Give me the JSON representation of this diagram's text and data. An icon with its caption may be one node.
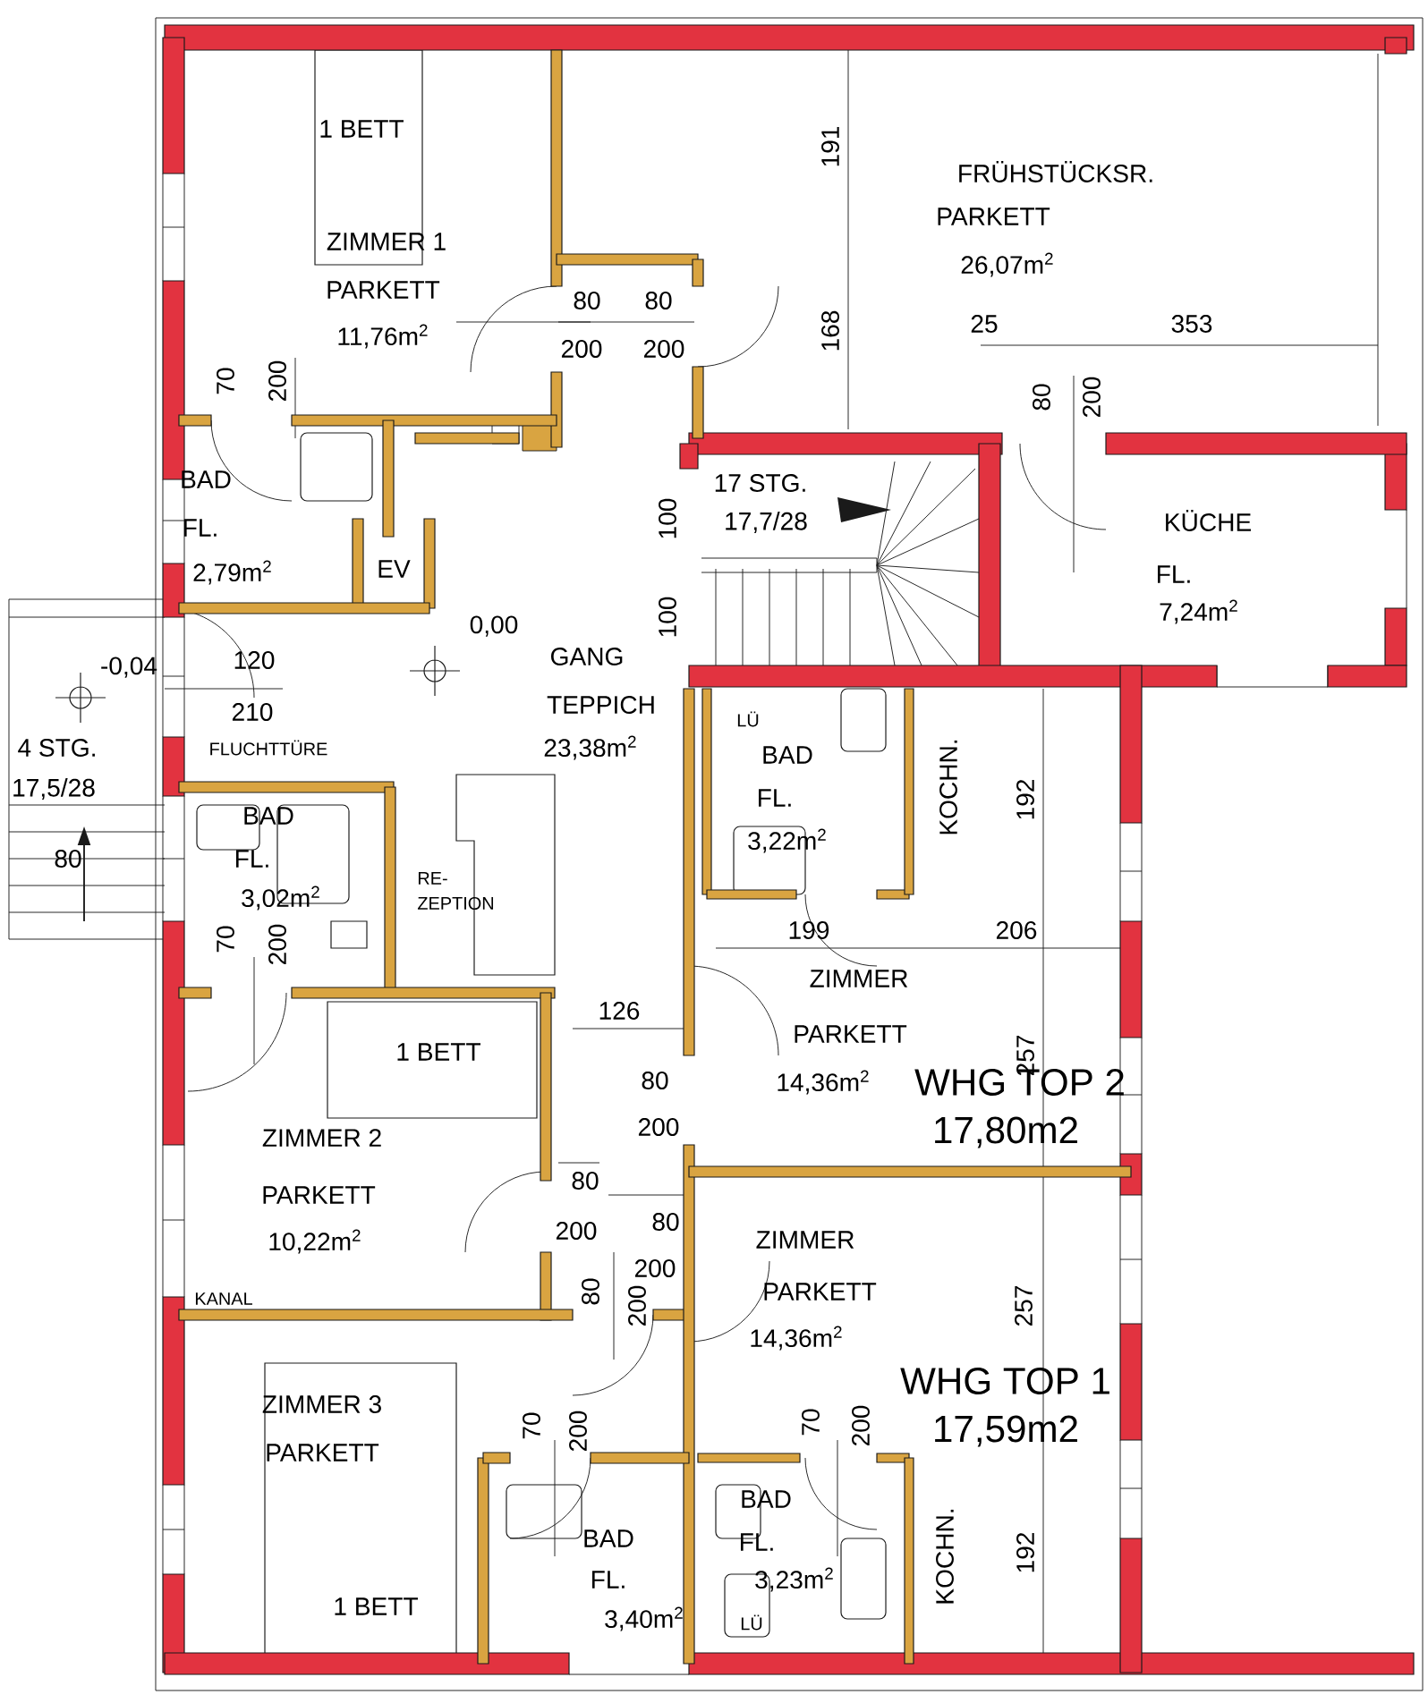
{
  "diagram": {
    "labels": [
      "1 BETT",
      "191",
      "FRÜHSTÜCKSR.",
      "PARKETT",
      "26,07m$^{2}$",
      "ZIMMER 1",
      "PARKETT",
      "11,76m$^{2}$",
      "80",
      "80",
      "200",
      "200",
      "168",
      "25",
      "353",
      "70",
      "200",
      "80",
      "200",
      "BAD",
      "17 STG.",
      "FL.",
      "100",
      "17,7/28",
      "KÜCHE",
      "2,79m$^{2}$",
      "EV",
      "FL.",
      "7,24m$^{2}$",
      "100",
      "0,00",
      "-0,04",
      "120",
      "GANG",
      "TEPPICH",
      "210",
      "LÜ",
      "4 STG.",
      "FLUCHTTÜRE",
      "23,38m$^{2}$",
      "BAD",
      "KOCHN.",
      "192",
      "17,5/28",
      "BAD",
      "FL.",
      "3,22m$^{2}$",
      "80",
      "FL.",
      "RE- ZEPTION",
      "3,02m$^{2}$",
      "70",
      "200",
      "199",
      "206",
      "ZIMMER",
      "126",
      "PARKETT",
      "1 BETT",
      "257",
      "80",
      "14,36m$^{2}$",
      "WHG TOP 2",
      "200",
      "17,80m2",
      "ZIMMER 2",
      "80",
      "PARKETT",
      "80",
      "200",
      "10,22m$^{2}$",
      "ZIMMER",
      "200",
      "PARKETT",
      "80",
      "200",
      "KANAL",
      "257",
      "14,36m$^{2}$",
      "WHG TOP 1",
      "ZIMMER 3",
      "70",
      "200",
      "70",
      "200",
      "17,59m2",
      "PARKETT",
      "BAD",
      "BAD",
      "FL.",
      "KOCHN.",
      "192",
      "FL.",
      "3,23m$^{2}$",
      "1 BETT",
      "3,40m$^{2}$",
      "LÜ"
    ]
  }
}
